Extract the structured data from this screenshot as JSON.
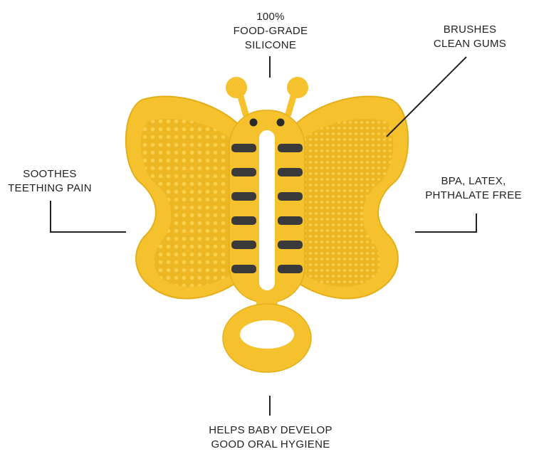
{
  "product": {
    "name": "bee-teether",
    "colors": {
      "body": "#F5C22E",
      "body_shade": "#E9B21F",
      "stripe": "#3A3A3A",
      "eye": "#2A2A2A"
    }
  },
  "callouts": {
    "top": {
      "lines": [
        "100%",
        "FOOD-GRADE",
        "SILICONE"
      ]
    },
    "top_right": {
      "lines": [
        "BRUSHES",
        "CLEAN GUMS"
      ]
    },
    "left": {
      "lines": [
        "SOOTHES",
        "TEETHING PAIN"
      ]
    },
    "right": {
      "lines": [
        "BPA, LATEX,",
        "PHTHALATE FREE"
      ]
    },
    "bottom": {
      "lines": [
        "HELPS BABY DEVELOP",
        "GOOD ORAL HYGIENE"
      ]
    }
  }
}
